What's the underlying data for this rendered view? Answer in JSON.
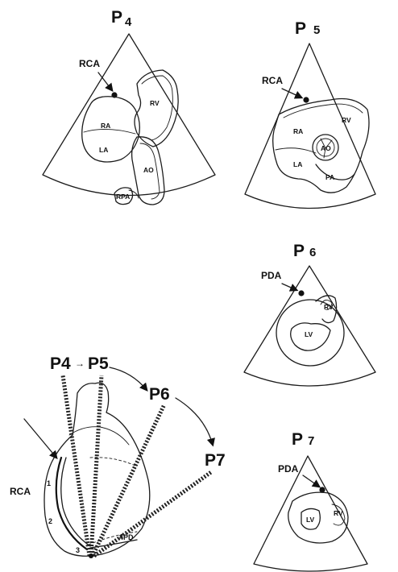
{
  "panels": {
    "p4": {
      "label": "P",
      "sub": "4",
      "artery": "RCA",
      "structures": {
        "ra": "RA",
        "la": "LA",
        "rv": "RV",
        "ao": "AO",
        "rpa": "RPA"
      }
    },
    "p5": {
      "label": "P",
      "sub": "5",
      "artery": "RCA",
      "structures": {
        "ra": "RA",
        "la": "LA",
        "rv": "RV",
        "ao": "AO",
        "pa": "PA"
      }
    },
    "p6": {
      "label": "P",
      "sub": "6",
      "artery": "PDA",
      "structures": {
        "lv": "LV",
        "rv": "RV"
      }
    },
    "p7": {
      "label": "P",
      "sub": "7",
      "artery": "PDA",
      "structures": {
        "lv": "LV",
        "rv": "RV"
      }
    }
  },
  "overview": {
    "beams": {
      "p4": "P4",
      "arrow": "→",
      "p5": "P5",
      "p6": "P6",
      "p7": "P7"
    },
    "artery": "RCA",
    "segments": [
      "1",
      "2",
      "3"
    ],
    "branch": "4PD"
  }
}
